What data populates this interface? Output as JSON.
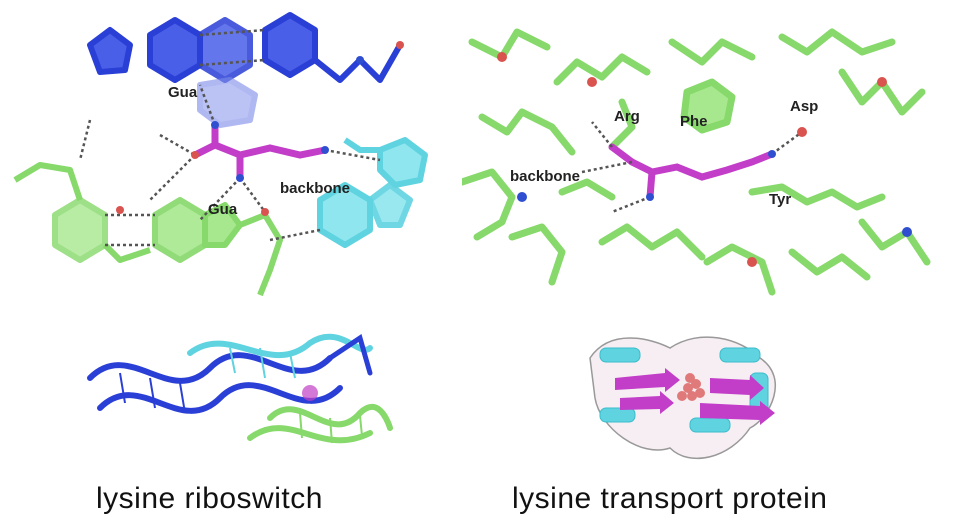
{
  "panels": {
    "riboswitch_site": {
      "labels": {
        "gua_top": "Gua",
        "gua_mid": "Gua",
        "backbone": "backbone"
      }
    },
    "transport_site": {
      "labels": {
        "arg": "Arg",
        "phe": "Phe",
        "asp": "Asp",
        "backbone": "backbone",
        "tyr": "Tyr"
      }
    }
  },
  "captions": {
    "left": "lysine riboswitch",
    "right": "lysine transport protein"
  },
  "colors": {
    "dark_blue": "#2a3fd6",
    "cyan": "#5fd3e0",
    "green": "#86d96a",
    "magenta": "#c23ec8",
    "oxygen_red": "#d9534f",
    "nitrogen_blue": "#2f4fd0"
  }
}
